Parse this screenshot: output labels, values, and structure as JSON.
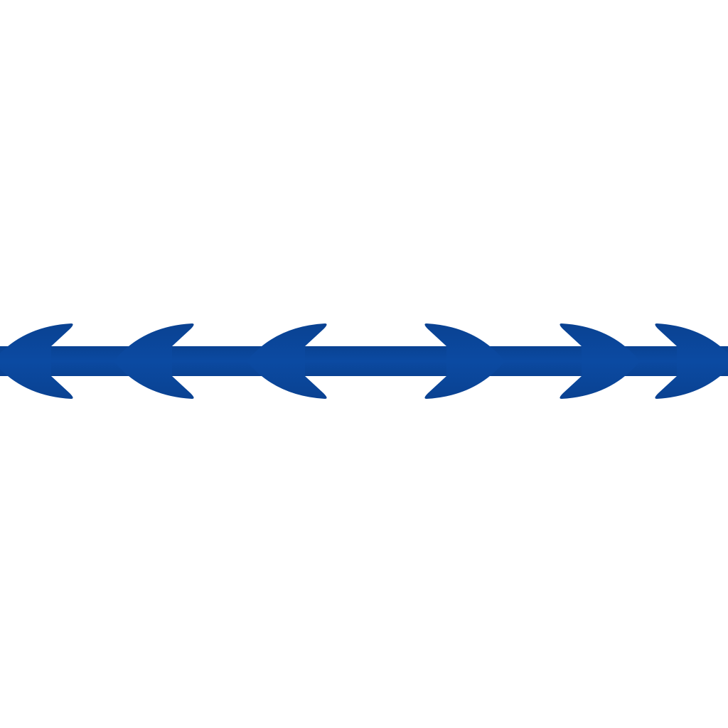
{
  "graphic": {
    "description_icon": "barbed-arrow-band-icon",
    "colors": {
      "background": "#ffffff",
      "band_light": "#0b4aa2",
      "band_dark": "#0a4292"
    },
    "arrowheads": [
      {
        "direction": "left"
      },
      {
        "direction": "left"
      },
      {
        "direction": "left"
      },
      {
        "direction": "right"
      },
      {
        "direction": "right"
      },
      {
        "direction": "right"
      }
    ]
  }
}
